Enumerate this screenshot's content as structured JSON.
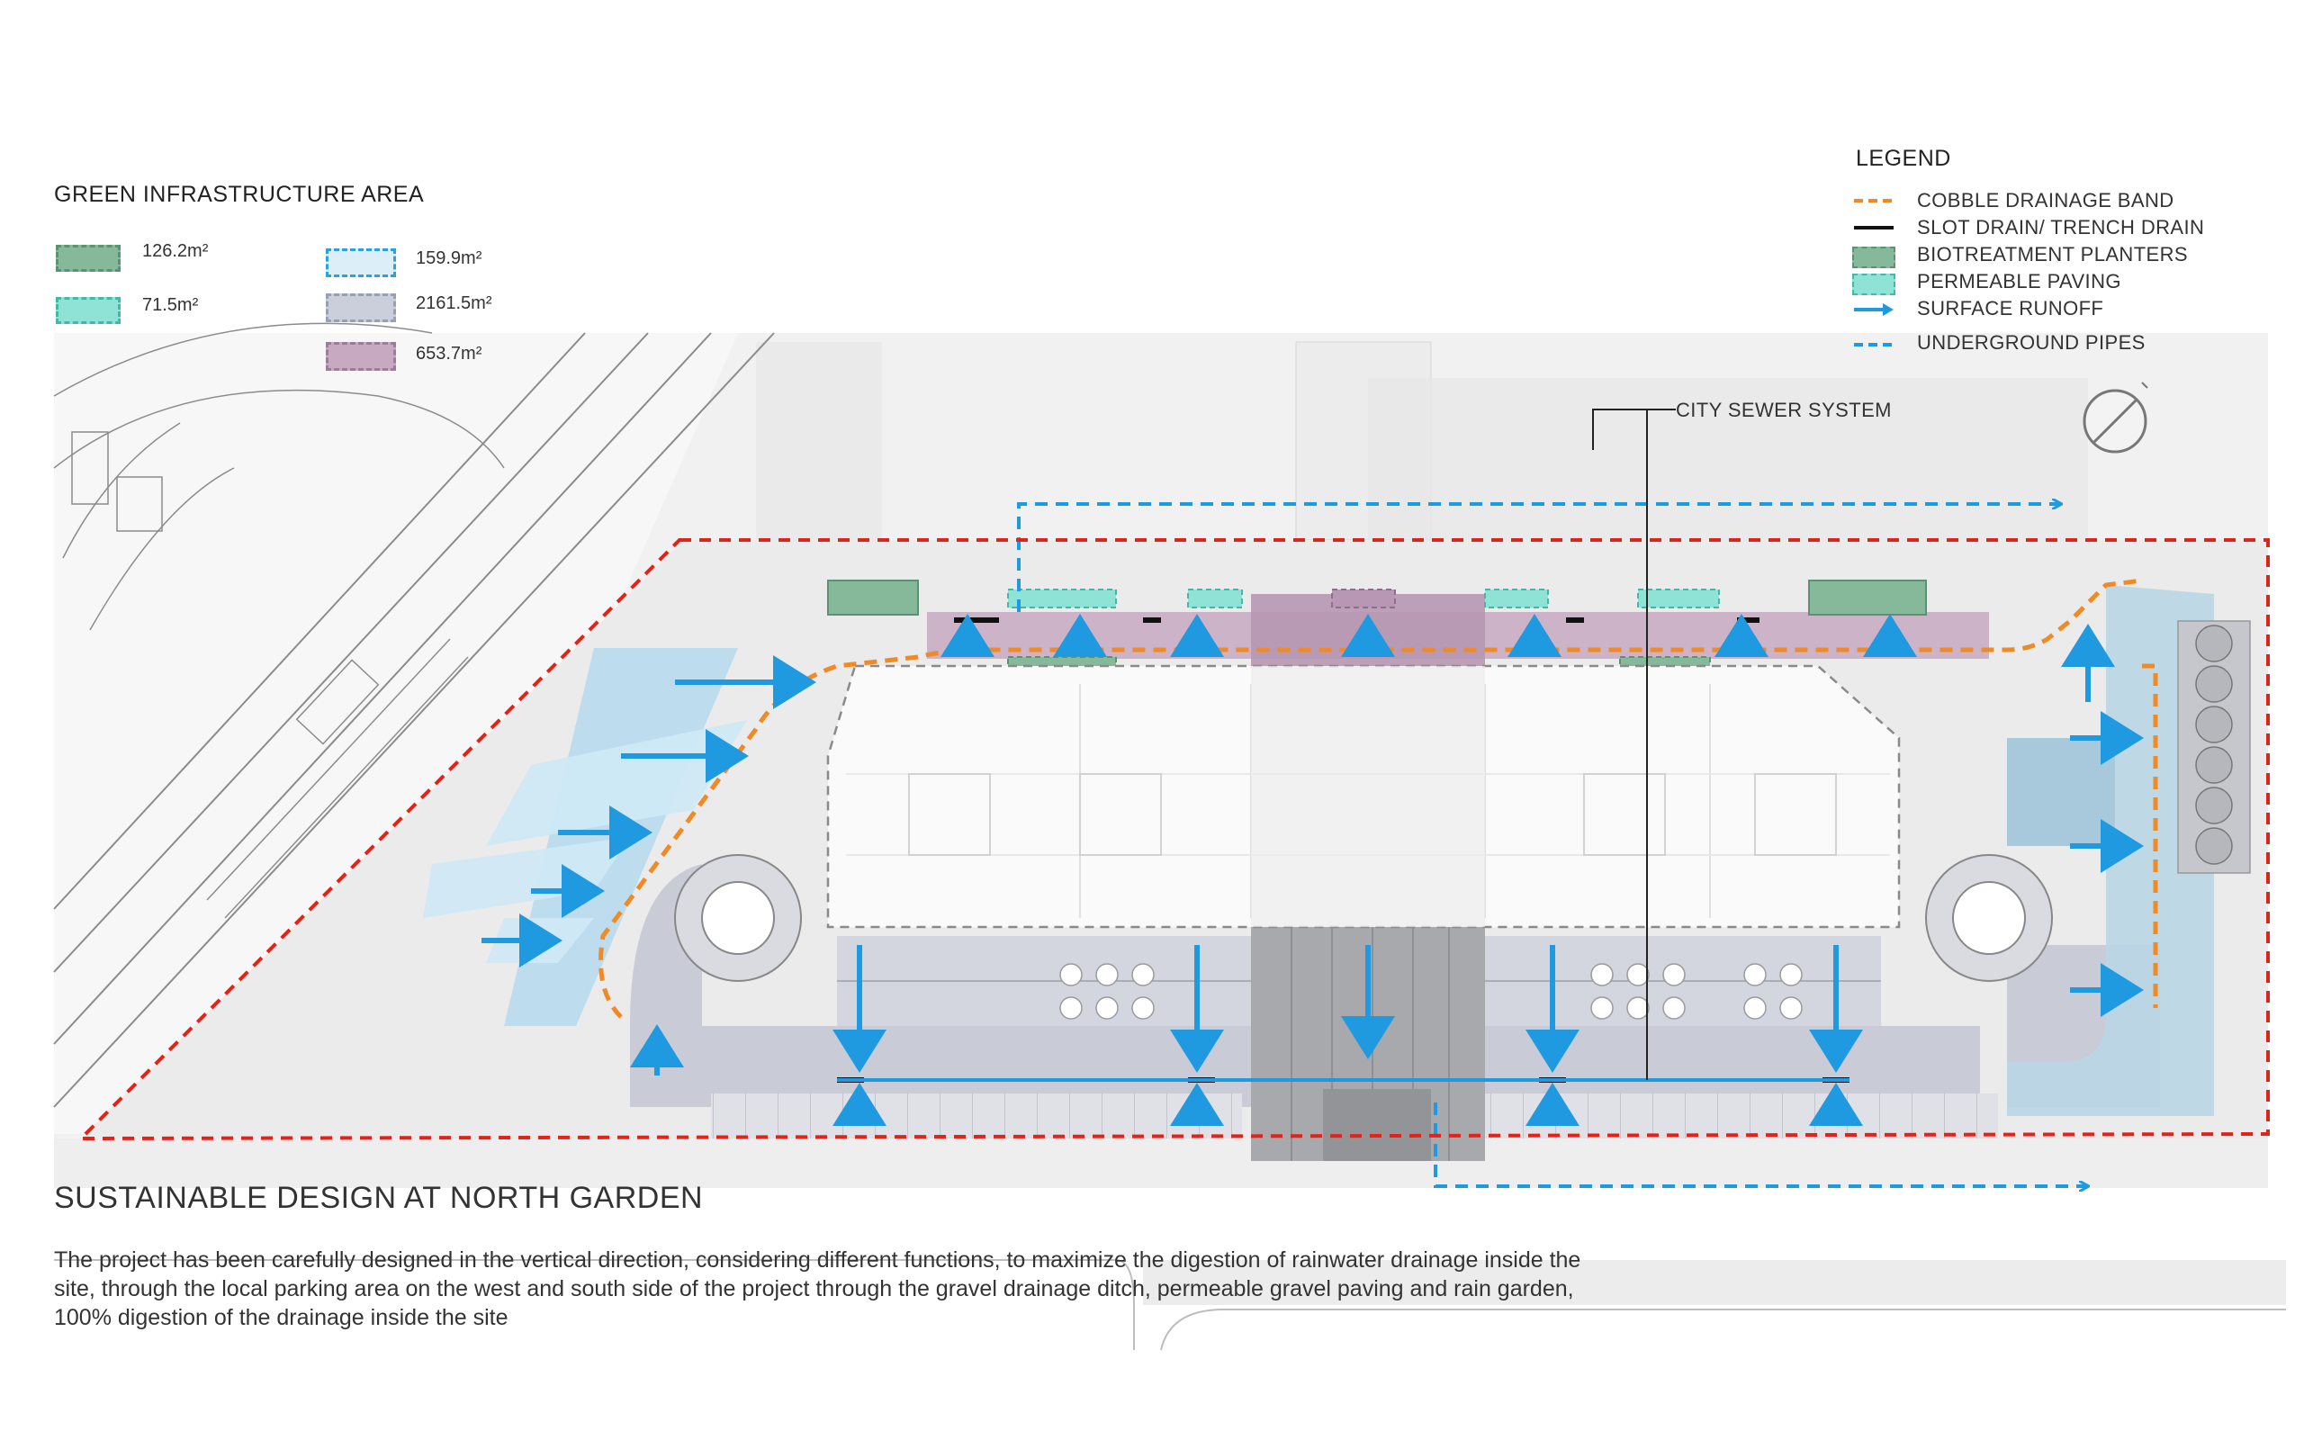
{
  "green_infrastructure": {
    "heading": "GREEN INFRASTRUCTURE AREA",
    "areas": [
      {
        "value": "126.2m²",
        "fill": "#86b89a",
        "border": "#5d9173"
      },
      {
        "value": "71.5m²",
        "fill": "#8fe3d6",
        "border": "#45b7a5"
      },
      {
        "value": "159.9m²",
        "fill": "#dceef8",
        "border": "#2aa2e0"
      },
      {
        "value": "2161.5m²",
        "fill": "#cbcfdc",
        "border": "#9aa0b2"
      },
      {
        "value": "653.7m²",
        "fill": "#c7a9c2",
        "border": "#9c7c98"
      }
    ]
  },
  "legend": {
    "heading": "LEGEND",
    "items": [
      {
        "label": "COBBLE DRAINAGE BAND",
        "icon": "orange-dashed-line",
        "color": "#ef8a26"
      },
      {
        "label": "SLOT DRAIN/ TRENCH DRAIN",
        "icon": "black-solid-line",
        "color": "#111111"
      },
      {
        "label": "BIOTREATMENT PLANTERS",
        "icon": "green-dashed-box",
        "color": "#5f9a78"
      },
      {
        "label": "PERMEABLE PAVING",
        "icon": "teal-dashed-box",
        "color": "#6fd8c8"
      },
      {
        "label": "SURFACE RUNOFF",
        "icon": "blue-arrow",
        "color": "#1f9ae0"
      },
      {
        "label": "UNDERGROUND PIPES",
        "icon": "blue-dashed-line",
        "color": "#1f9ae0"
      }
    ]
  },
  "annotations": {
    "city_sewer": "CITY SEWER SYSTEM"
  },
  "footer": {
    "title": "SUSTAINABLE DESIGN AT NORTH GARDEN",
    "description": "The project has been carefully designed in the vertical direction, considering different functions, to maximize the digestion of rainwater drainage inside the site, through the local parking area on the west and south side of the project through the gravel drainage ditch, permeable gravel paving and rain garden, 100% digestion of the drainage inside the site"
  },
  "colors": {
    "site_boundary": "#e2231a",
    "runoff": "#1f9ae0",
    "cobble_band": "#ef8a26",
    "building": "#f7f7f7",
    "paving": "#cbcfdc",
    "planter": "#86b89a",
    "permeable": "#8fe3d6",
    "purple": "#c7a9c2"
  }
}
